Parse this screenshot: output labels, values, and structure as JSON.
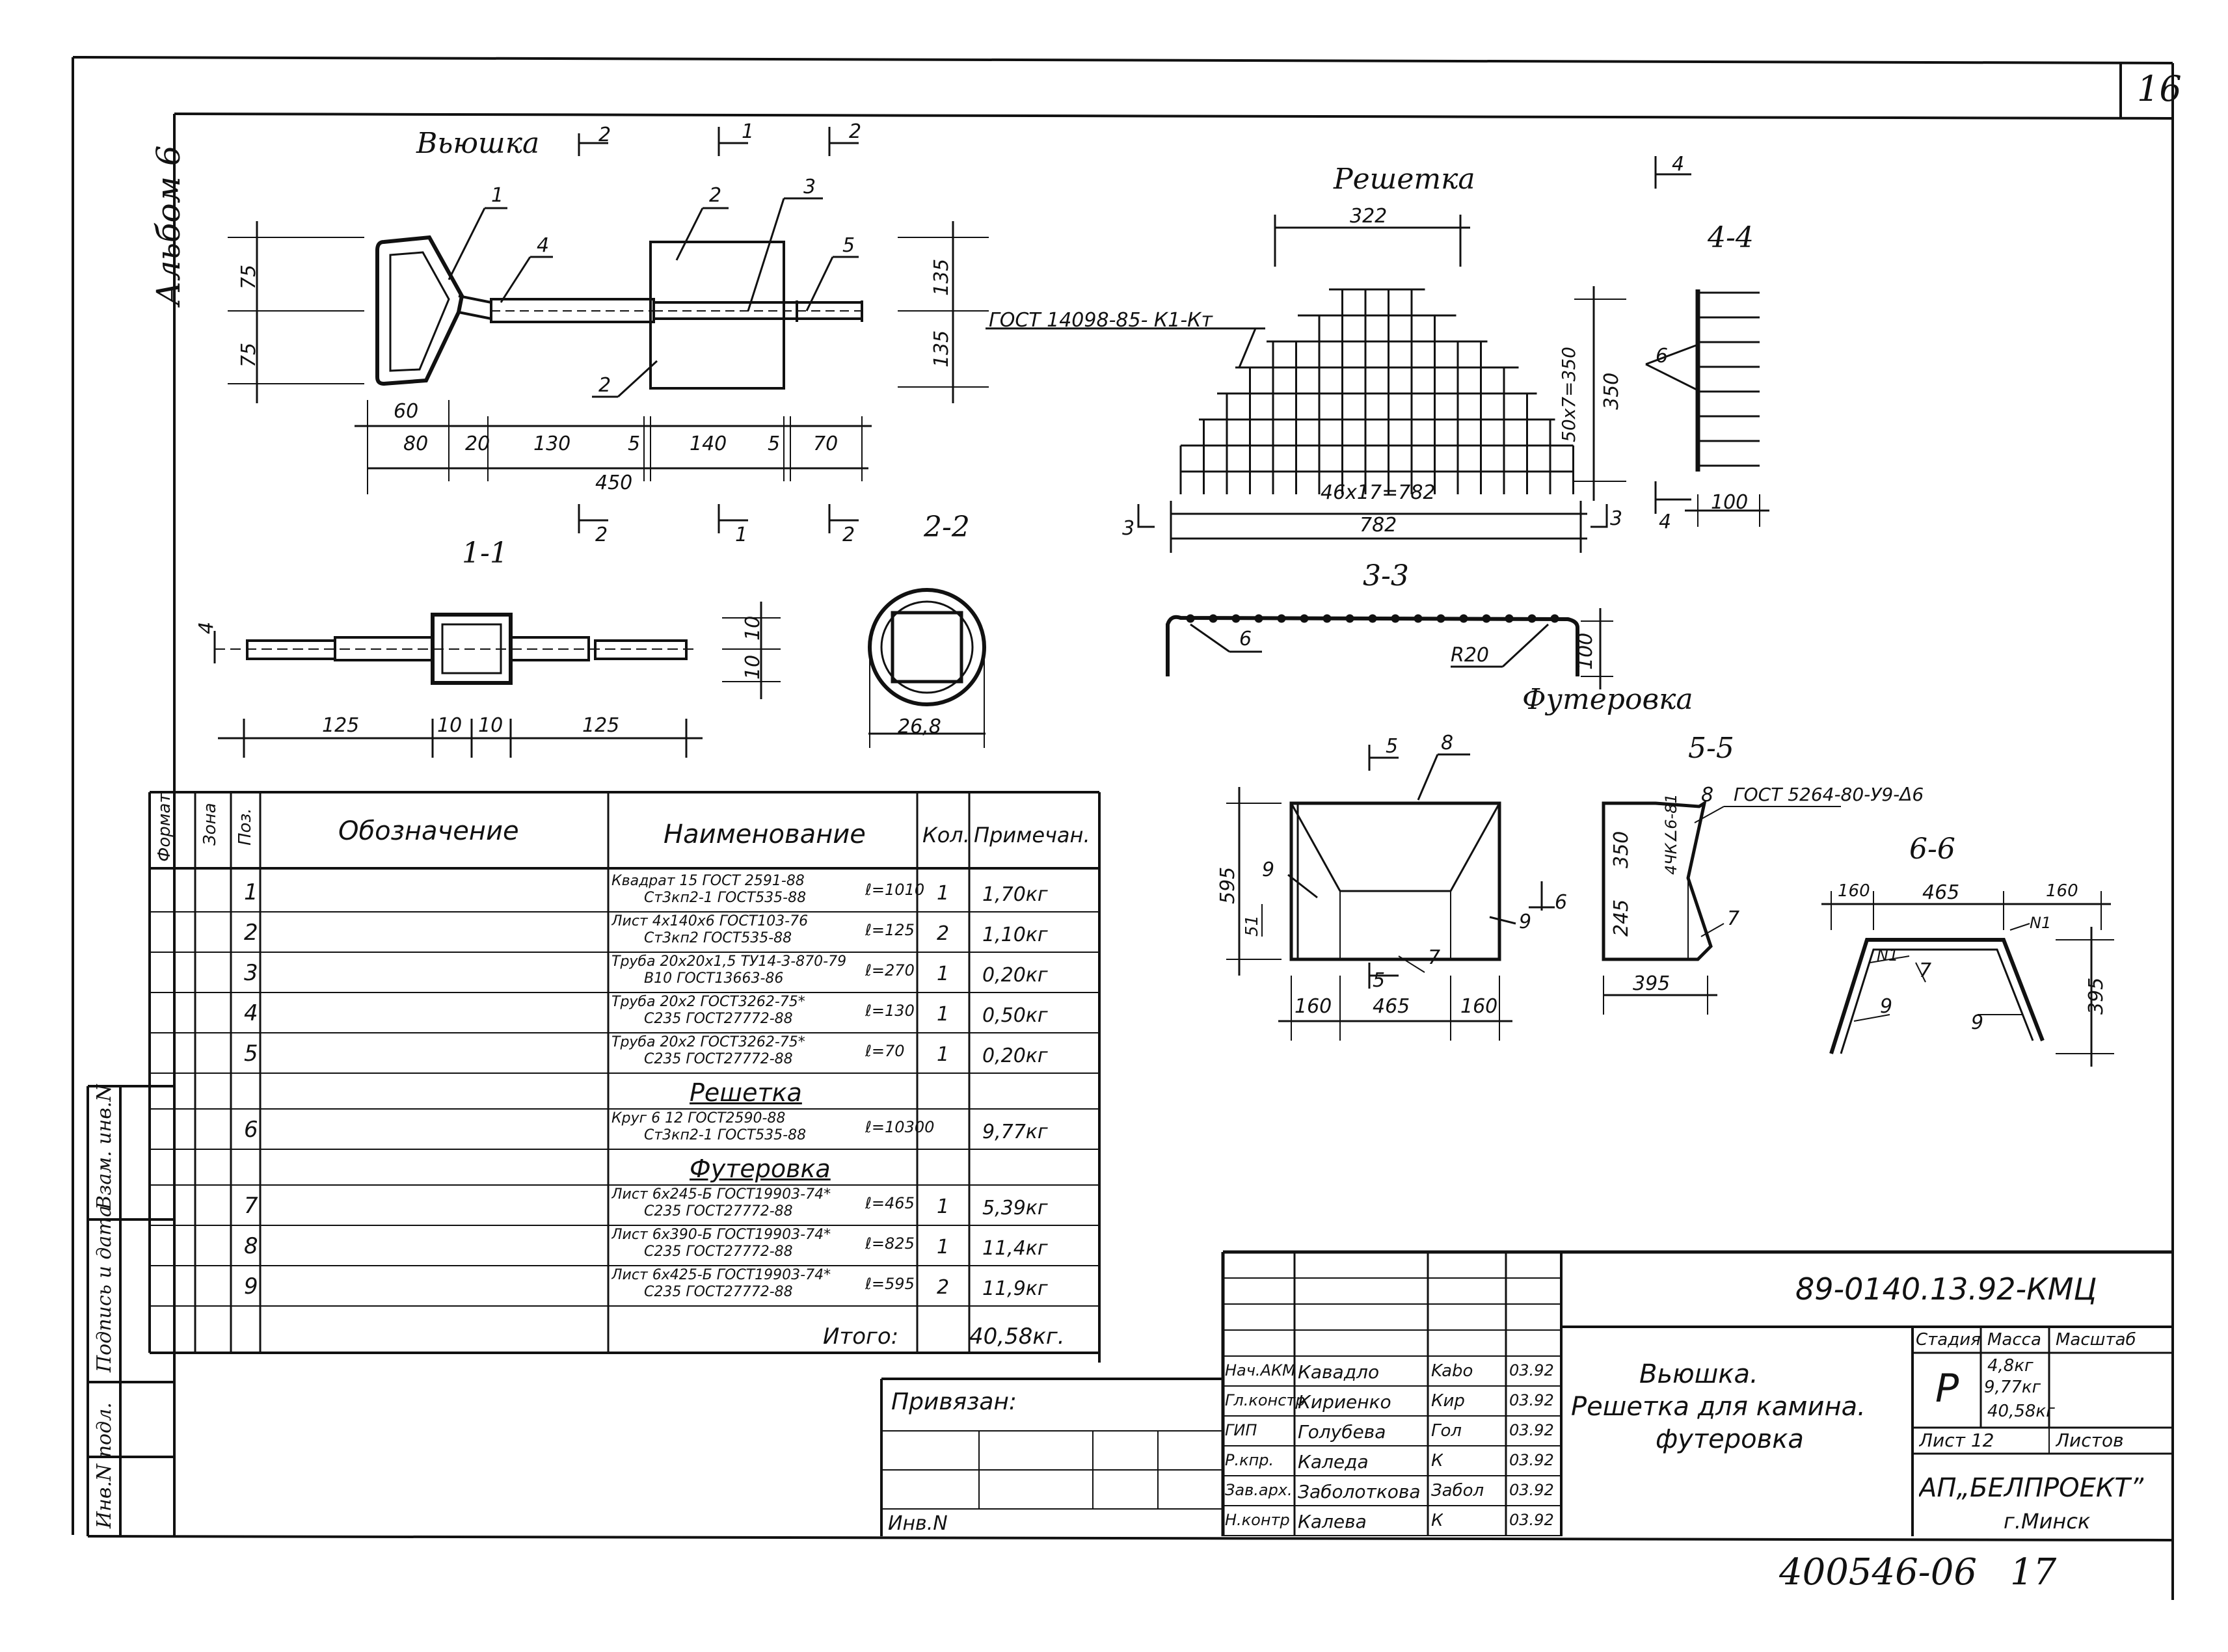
{
  "sheet": {
    "sheet_number_corner": "16",
    "album_label": "Альбом 6",
    "code_bottom": "400546-06",
    "page_bottom": "17"
  },
  "side_stamp": {
    "inv_podl": "Инв.N подл.",
    "signature_date": "Подпись и дата",
    "vzam_inv": "Взам. инв.N"
  },
  "views": {
    "vyushka": "Вьюшка",
    "reshetka": "Решетка",
    "section_4_4": "4-4",
    "section_1_1": "1-1",
    "section_2_2": "2-2",
    "section_3_3": "3-3",
    "futerovka": "Футеровка",
    "section_5_5": "5-5",
    "section_6_6": "6-6"
  },
  "callouts": {
    "gost_mesh": "ГОСТ 14098-85- К1-Кт",
    "gost_weld": "ГОСТ 5264-80-У9-Δ6",
    "weld_dim": "4ЧК∠6-81"
  },
  "dimensions": {
    "vyushka": {
      "h_top": "75",
      "h_bottom": "75",
      "h_right_top": "135",
      "h_right_bottom": "135",
      "d60": "60",
      "d80": "80",
      "d20": "20",
      "d130": "130",
      "d5a": "5",
      "d140": "140",
      "d5b": "5",
      "d70": "70",
      "d450": "450",
      "cut2": "2",
      "cut1": "1"
    },
    "sec11": {
      "d125a": "125",
      "d10a": "10",
      "d10b": "10",
      "d125b": "125",
      "v10a": "10",
      "v10b": "10",
      "t4": "4"
    },
    "sec22": {
      "dia": "26,8"
    },
    "reshetka": {
      "w322": "322",
      "cell_h": "50х7=350",
      "h350": "350",
      "cell_w": "46х17=782",
      "w782": "782",
      "cut3": "3",
      "cut4": "4"
    },
    "sec44": {
      "d100": "100",
      "pos6": "6"
    },
    "sec33": {
      "pos6": "6",
      "r20": "R20",
      "d100": "100"
    },
    "futerovka": {
      "h595": "595",
      "h51": "51",
      "w160a": "160",
      "w465": "465",
      "w160b": "160",
      "pos8": "8",
      "pos9a": "9",
      "pos9b": "9",
      "pos7": "7",
      "cut5": "5",
      "cut6": "6"
    },
    "sec55": {
      "h350": "350",
      "h245": "245",
      "w395": "395",
      "pos8": "8",
      "pos7": "7"
    },
    "sec66": {
      "w160a": "160",
      "w465": "465",
      "w160b": "160",
      "h395": "395",
      "pos9a": "9",
      "pos9b": "9",
      "pos7": "7",
      "n1a": "N1",
      "n1b": "N1"
    }
  },
  "leaders": {
    "p1": "1",
    "p2a": "2",
    "p2b": "2",
    "p3": "3",
    "p4": "4",
    "p5": "5"
  },
  "spec": {
    "headers": {
      "format": "Формат",
      "zone": "Зона",
      "pos": "Поз.",
      "designation": "Обозначение",
      "name": "Наименование",
      "qty": "Кол.",
      "note": "Примечан."
    },
    "rows": [
      {
        "pos": "1",
        "name_top": "Квадрат 15 ГОСТ 2591-88",
        "name_bottom": "Ст3кп2-1 ГОСТ535-88",
        "len": "ℓ=1010",
        "qty": "1",
        "note": "1,70кг"
      },
      {
        "pos": "2",
        "name_top": "Лист 4х140х6 ГОСТ103-76",
        "name_bottom": "Ст3кп2 ГОСТ535-88",
        "len": "ℓ=125",
        "qty": "2",
        "note": "1,10кг"
      },
      {
        "pos": "3",
        "name_top": "Труба 20х20х1,5 ТУ14-3-870-79",
        "name_bottom": "В10 ГОСТ13663-86",
        "len": "ℓ=270",
        "qty": "1",
        "note": "0,20кг"
      },
      {
        "pos": "4",
        "name_top": "Труба 20х2 ГОСТ3262-75*",
        "name_bottom": "С235 ГОСТ27772-88",
        "len": "ℓ=130",
        "qty": "1",
        "note": "0,50кг"
      },
      {
        "pos": "5",
        "name_top": "Труба 20х2 ГОСТ3262-75*",
        "name_bottom": "С235 ГОСТ27772-88",
        "len": "ℓ=70",
        "qty": "1",
        "note": "0,20кг"
      },
      {
        "section": "Решетка"
      },
      {
        "pos": "6",
        "name_top": "Круг 6 12 ГОСТ2590-88",
        "name_bottom": "Ст3кп2-1 ГОСТ535-88",
        "len": "ℓ=10300",
        "qty": "",
        "note": "9,77кг"
      },
      {
        "section": "Футеровка"
      },
      {
        "pos": "7",
        "name_top": "Лист 6х245-Б ГОСТ19903-74*",
        "name_bottom": "С235 ГОСТ27772-88",
        "len": "ℓ=465",
        "qty": "1",
        "note": "5,39кг"
      },
      {
        "pos": "8",
        "name_top": "Лист 6х390-Б ГОСТ19903-74*",
        "name_bottom": "С235 ГОСТ27772-88",
        "len": "ℓ=825",
        "qty": "1",
        "note": "11,4кг"
      },
      {
        "pos": "9",
        "name_top": "Лист 6х425-Б ГОСТ19903-74*",
        "name_bottom": "С235 ГОСТ27772-88",
        "len": "ℓ=595",
        "qty": "2",
        "note": "11,9кг"
      }
    ],
    "total_label": "Итого:",
    "total_value": "40,58кг."
  },
  "title_block": {
    "privyazan": "Привязан:",
    "inv_n": "Инв.N",
    "doc_code": "89-0140.13.92-КМЦ",
    "drawing_title_1": "Вьюшка.",
    "drawing_title_2": "Решетка для камина.",
    "drawing_title_3": "футеровка",
    "signatures": [
      {
        "role": "Нач.АКМ",
        "name": "Кавадло",
        "sign": "Kabo",
        "date": "03.92"
      },
      {
        "role": "Гл.констр",
        "name": "Кириенко",
        "sign": "Кир",
        "date": "03.92"
      },
      {
        "role": "ГИП",
        "name": "Голубева",
        "sign": "Гол",
        "date": "03.92"
      },
      {
        "role": "Р.кпр.",
        "name": "Каледа",
        "sign": "К",
        "date": "03.92"
      },
      {
        "role": "Зав.арх.",
        "name": "Заболоткова",
        "sign": "Забол",
        "date": "03.92"
      },
      {
        "role": "Н.контр",
        "name": "Калева",
        "sign": "К",
        "date": "03.92"
      }
    ],
    "stage_label": "Стадия",
    "mass_label": "Масса",
    "scale_label": "Масштаб",
    "stage_value": "Р",
    "mass_1": "4,8кг",
    "mass_2": "9,77кг",
    "mass_3": "40,58кг",
    "sheet_label": "Лист 12",
    "sheets_label": "Листов",
    "org_1": "АП„БЕЛПРОЕКТ”",
    "org_2": "г.Минск"
  }
}
